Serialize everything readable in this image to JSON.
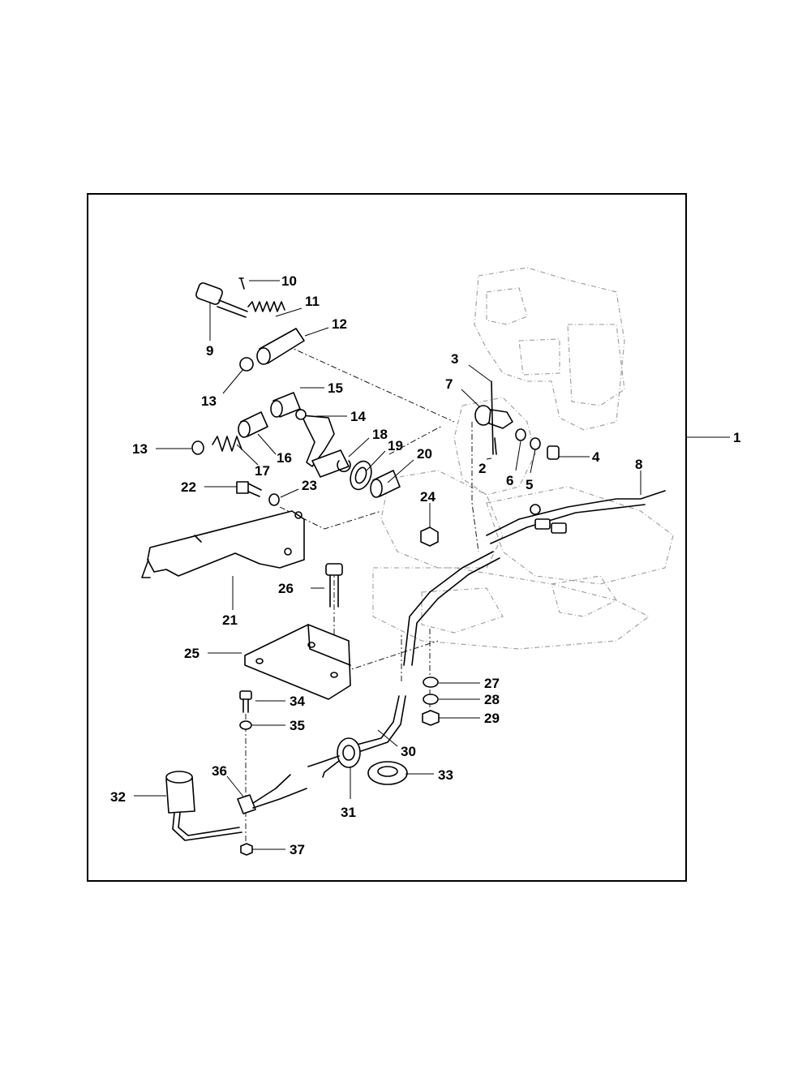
{
  "callouts": [
    "1",
    "2",
    "3",
    "4",
    "5",
    "6",
    "7",
    "8",
    "9",
    "10",
    "11",
    "12",
    "13",
    "13",
    "14",
    "15",
    "16",
    "17",
    "18",
    "19",
    "20",
    "21",
    "22",
    "23",
    "24",
    "25",
    "26",
    "27",
    "28",
    "29",
    "30",
    "31",
    "32",
    "33",
    "34",
    "35",
    "36",
    "37"
  ]
}
